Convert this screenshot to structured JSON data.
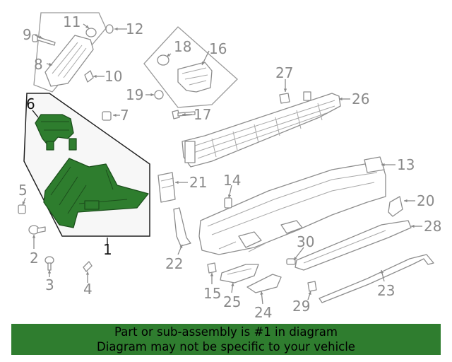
{
  "diagram": {
    "callouts": [
      {
        "id": "1",
        "label": "1"
      },
      {
        "id": "2",
        "label": "2"
      },
      {
        "id": "3",
        "label": "3"
      },
      {
        "id": "4",
        "label": "4"
      },
      {
        "id": "5",
        "label": "5"
      },
      {
        "id": "6",
        "label": "6"
      },
      {
        "id": "7",
        "label": "7"
      },
      {
        "id": "8",
        "label": "8"
      },
      {
        "id": "9",
        "label": "9"
      },
      {
        "id": "10",
        "label": "10"
      },
      {
        "id": "11",
        "label": "11"
      },
      {
        "id": "12",
        "label": "12"
      },
      {
        "id": "13",
        "label": "13"
      },
      {
        "id": "14",
        "label": "14"
      },
      {
        "id": "15",
        "label": "15"
      },
      {
        "id": "16",
        "label": "16"
      },
      {
        "id": "17",
        "label": "17"
      },
      {
        "id": "18",
        "label": "18"
      },
      {
        "id": "19",
        "label": "19"
      },
      {
        "id": "20",
        "label": "20"
      },
      {
        "id": "21",
        "label": "21"
      },
      {
        "id": "22",
        "label": "22"
      },
      {
        "id": "23",
        "label": "23"
      },
      {
        "id": "24",
        "label": "24"
      },
      {
        "id": "25",
        "label": "25"
      },
      {
        "id": "26",
        "label": "26"
      },
      {
        "id": "27",
        "label": "27"
      },
      {
        "id": "28",
        "label": "28"
      },
      {
        "id": "29",
        "label": "29"
      },
      {
        "id": "30",
        "label": "30"
      }
    ],
    "highlighted_part": "1",
    "highlight_color": "#2e7d2e"
  },
  "banner": {
    "line1": "Part or sub-assembly is #1 in diagram",
    "line2": "Diagram may not be specific to your vehicle",
    "background": "#2f7d2f"
  }
}
